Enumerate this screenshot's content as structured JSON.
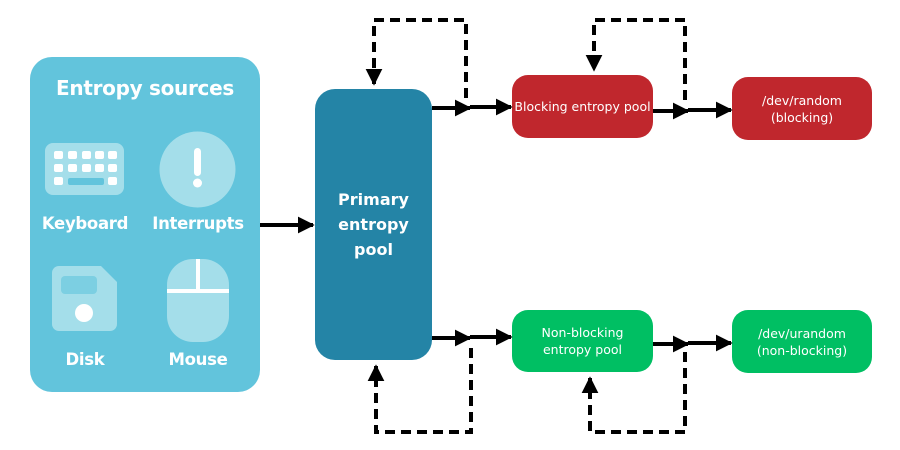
{
  "colors": {
    "sources_panel": "#62C4DC",
    "icon_fill": "#A4DEEA",
    "primary_pool": "#2484A6",
    "blocking": "#C0272D",
    "nonblocking": "#00BF63",
    "edge": "#000000"
  },
  "sources": {
    "title": "Entropy sources",
    "items": [
      {
        "label": "Keyboard",
        "icon": "keyboard-icon"
      },
      {
        "label": "Interrupts",
        "icon": "exclamation-icon"
      },
      {
        "label": "Disk",
        "icon": "floppy-disk-icon"
      },
      {
        "label": "Mouse",
        "icon": "mouse-icon"
      }
    ]
  },
  "nodes": {
    "primary": "Primary entropy pool",
    "blocking": "Blocking entropy pool",
    "devrandom": "/dev/random (blocking)",
    "nonblocking": "Non-blocking entropy pool",
    "devurandom": "/dev/urandom (non-blocking)"
  },
  "edges": [
    {
      "from": "sources",
      "to": "primary",
      "style": "solid"
    },
    {
      "from": "primary",
      "to": "blocking",
      "style": "solid"
    },
    {
      "from": "primary",
      "to": "nonblocking",
      "style": "solid"
    },
    {
      "from": "blocking",
      "to": "devrandom",
      "style": "solid"
    },
    {
      "from": "nonblocking",
      "to": "devurandom",
      "style": "solid"
    },
    {
      "from": "primary-output-top",
      "to": "primary",
      "style": "dashed",
      "kind": "feedback"
    },
    {
      "from": "primary-output-bottom",
      "to": "primary",
      "style": "dashed",
      "kind": "feedback"
    },
    {
      "from": "blocking-output",
      "to": "blocking",
      "style": "dashed",
      "kind": "feedback"
    },
    {
      "from": "nonblocking-output",
      "to": "nonblocking",
      "style": "dashed",
      "kind": "feedback"
    }
  ]
}
